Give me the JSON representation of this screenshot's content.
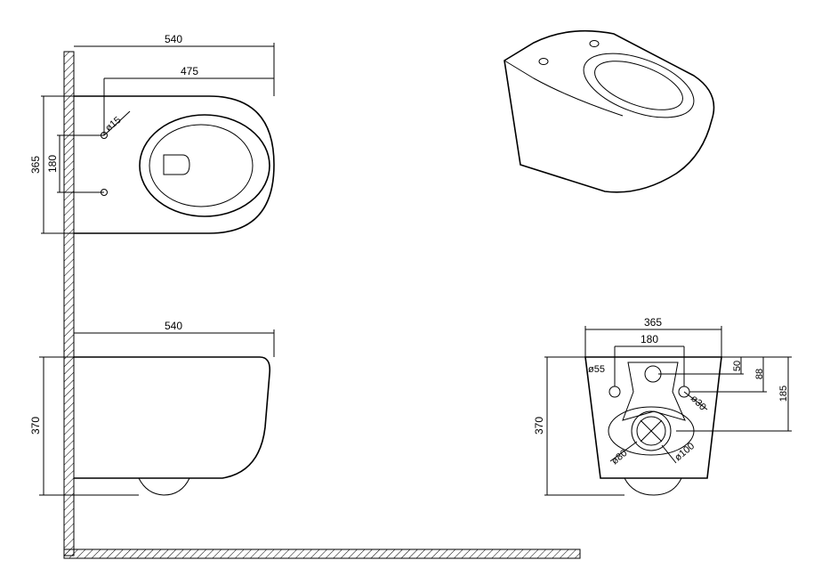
{
  "dimensions": {
    "top_width": "540",
    "top_hole_distance": "475",
    "top_hole_diameter": "ø15",
    "top_depth": "365",
    "top_hole_spacing": "180",
    "side_width": "540",
    "side_height": "370",
    "back_width": "365",
    "back_hole_spacing": "180",
    "back_hole_large": "ø55",
    "back_dim_50": "50",
    "back_dim_88": "88",
    "back_dim_185": "185",
    "back_hole_small": "ø30",
    "back_height": "370",
    "back_outlet_80": "ø80",
    "back_outlet_100": "ø100"
  }
}
